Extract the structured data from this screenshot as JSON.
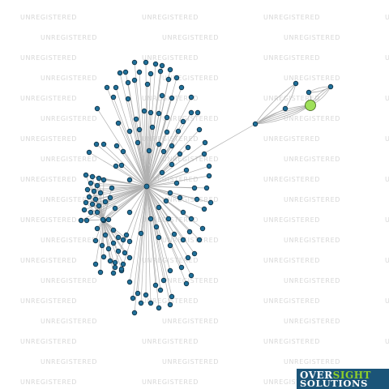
{
  "watermark": {
    "text": "UNREGISTERED"
  },
  "logo": {
    "part1": "OVER",
    "part2": "SIGHT",
    "line2": "SOLUTIONS"
  },
  "colors": {
    "node_fill": "#1f6f99",
    "node_stroke": "#0d2b3d",
    "highlight_fill": "#9ee05a",
    "highlight_stroke": "#3b5e17",
    "edge": "#b0b0b0",
    "watermark": "#d8d8d8",
    "logo_bg": "#1b5478",
    "logo_accent": "#8fcf2a"
  },
  "graph": {
    "hub_node": "main-hub",
    "bridge_node": "bridge",
    "cluster_hub_node": "cluster-hub",
    "highlight_node": "highlight",
    "node_count_visible": 150
  }
}
